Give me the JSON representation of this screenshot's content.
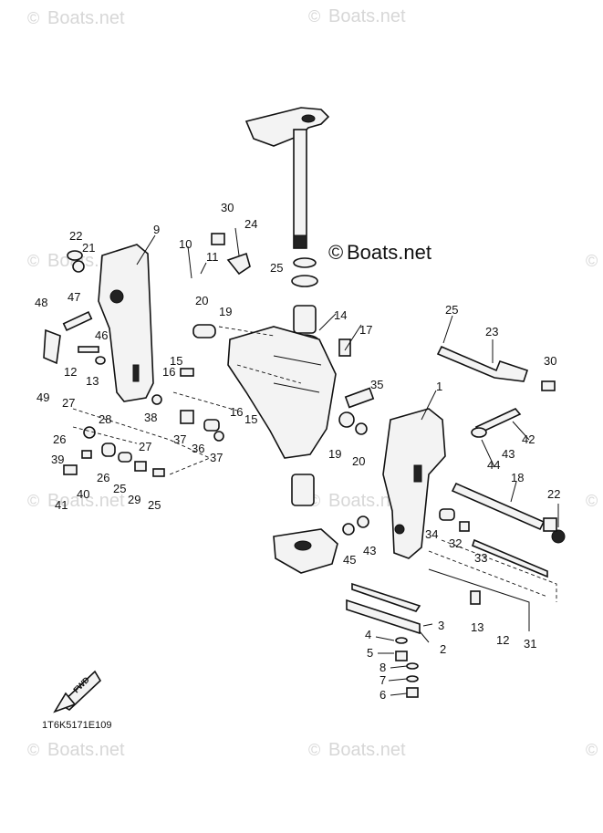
{
  "watermark": {
    "text": "Boats.net",
    "symbol": "©"
  },
  "drawing_code": "1T6K5171E109",
  "fwd_arrow_text": "FWD",
  "callouts": [
    {
      "id": "c22a",
      "text": "22"
    },
    {
      "id": "c21",
      "text": "21"
    },
    {
      "id": "c9",
      "text": "9"
    },
    {
      "id": "c10",
      "text": "10"
    },
    {
      "id": "c11",
      "text": "11"
    },
    {
      "id": "c30a",
      "text": "30"
    },
    {
      "id": "c24",
      "text": "24"
    },
    {
      "id": "c25a",
      "text": "25"
    },
    {
      "id": "c48",
      "text": "48"
    },
    {
      "id": "c47",
      "text": "47"
    },
    {
      "id": "c46",
      "text": "46"
    },
    {
      "id": "c20a",
      "text": "20"
    },
    {
      "id": "c19a",
      "text": "19"
    },
    {
      "id": "c14",
      "text": "14"
    },
    {
      "id": "c17",
      "text": "17"
    },
    {
      "id": "c25b",
      "text": "25"
    },
    {
      "id": "c23",
      "text": "23"
    },
    {
      "id": "c30b",
      "text": "30"
    },
    {
      "id": "c12a",
      "text": "12"
    },
    {
      "id": "c13a",
      "text": "13"
    },
    {
      "id": "c15a",
      "text": "15"
    },
    {
      "id": "c16a",
      "text": "16"
    },
    {
      "id": "c49",
      "text": "49"
    },
    {
      "id": "c35",
      "text": "35"
    },
    {
      "id": "c1",
      "text": "1"
    },
    {
      "id": "c27a",
      "text": "27"
    },
    {
      "id": "c38",
      "text": "38"
    },
    {
      "id": "c16b",
      "text": "16"
    },
    {
      "id": "c15b",
      "text": "15"
    },
    {
      "id": "c26a",
      "text": "26"
    },
    {
      "id": "c28",
      "text": "28"
    },
    {
      "id": "c37a",
      "text": "37"
    },
    {
      "id": "c27b",
      "text": "27"
    },
    {
      "id": "c36",
      "text": "36"
    },
    {
      "id": "c37b",
      "text": "37"
    },
    {
      "id": "c19b",
      "text": "19"
    },
    {
      "id": "c20b",
      "text": "20"
    },
    {
      "id": "c42",
      "text": "42"
    },
    {
      "id": "c43a",
      "text": "43"
    },
    {
      "id": "c39",
      "text": "39"
    },
    {
      "id": "c44",
      "text": "44"
    },
    {
      "id": "c18",
      "text": "18"
    },
    {
      "id": "c26b",
      "text": "26"
    },
    {
      "id": "c25c",
      "text": "25"
    },
    {
      "id": "c40",
      "text": "40"
    },
    {
      "id": "c29",
      "text": "29"
    },
    {
      "id": "c25d",
      "text": "25"
    },
    {
      "id": "c41",
      "text": "41"
    },
    {
      "id": "c22b",
      "text": "22"
    },
    {
      "id": "c34",
      "text": "34"
    },
    {
      "id": "c32",
      "text": "32"
    },
    {
      "id": "c33",
      "text": "33"
    },
    {
      "id": "c45",
      "text": "45"
    },
    {
      "id": "c43b",
      "text": "43"
    },
    {
      "id": "c3",
      "text": "3"
    },
    {
      "id": "c13b",
      "text": "13"
    },
    {
      "id": "c12b",
      "text": "12"
    },
    {
      "id": "c31",
      "text": "31"
    },
    {
      "id": "c4",
      "text": "4"
    },
    {
      "id": "c2",
      "text": "2"
    },
    {
      "id": "c5",
      "text": "5"
    },
    {
      "id": "c8",
      "text": "8"
    },
    {
      "id": "c7",
      "text": "7"
    },
    {
      "id": "c6",
      "text": "6"
    }
  ]
}
